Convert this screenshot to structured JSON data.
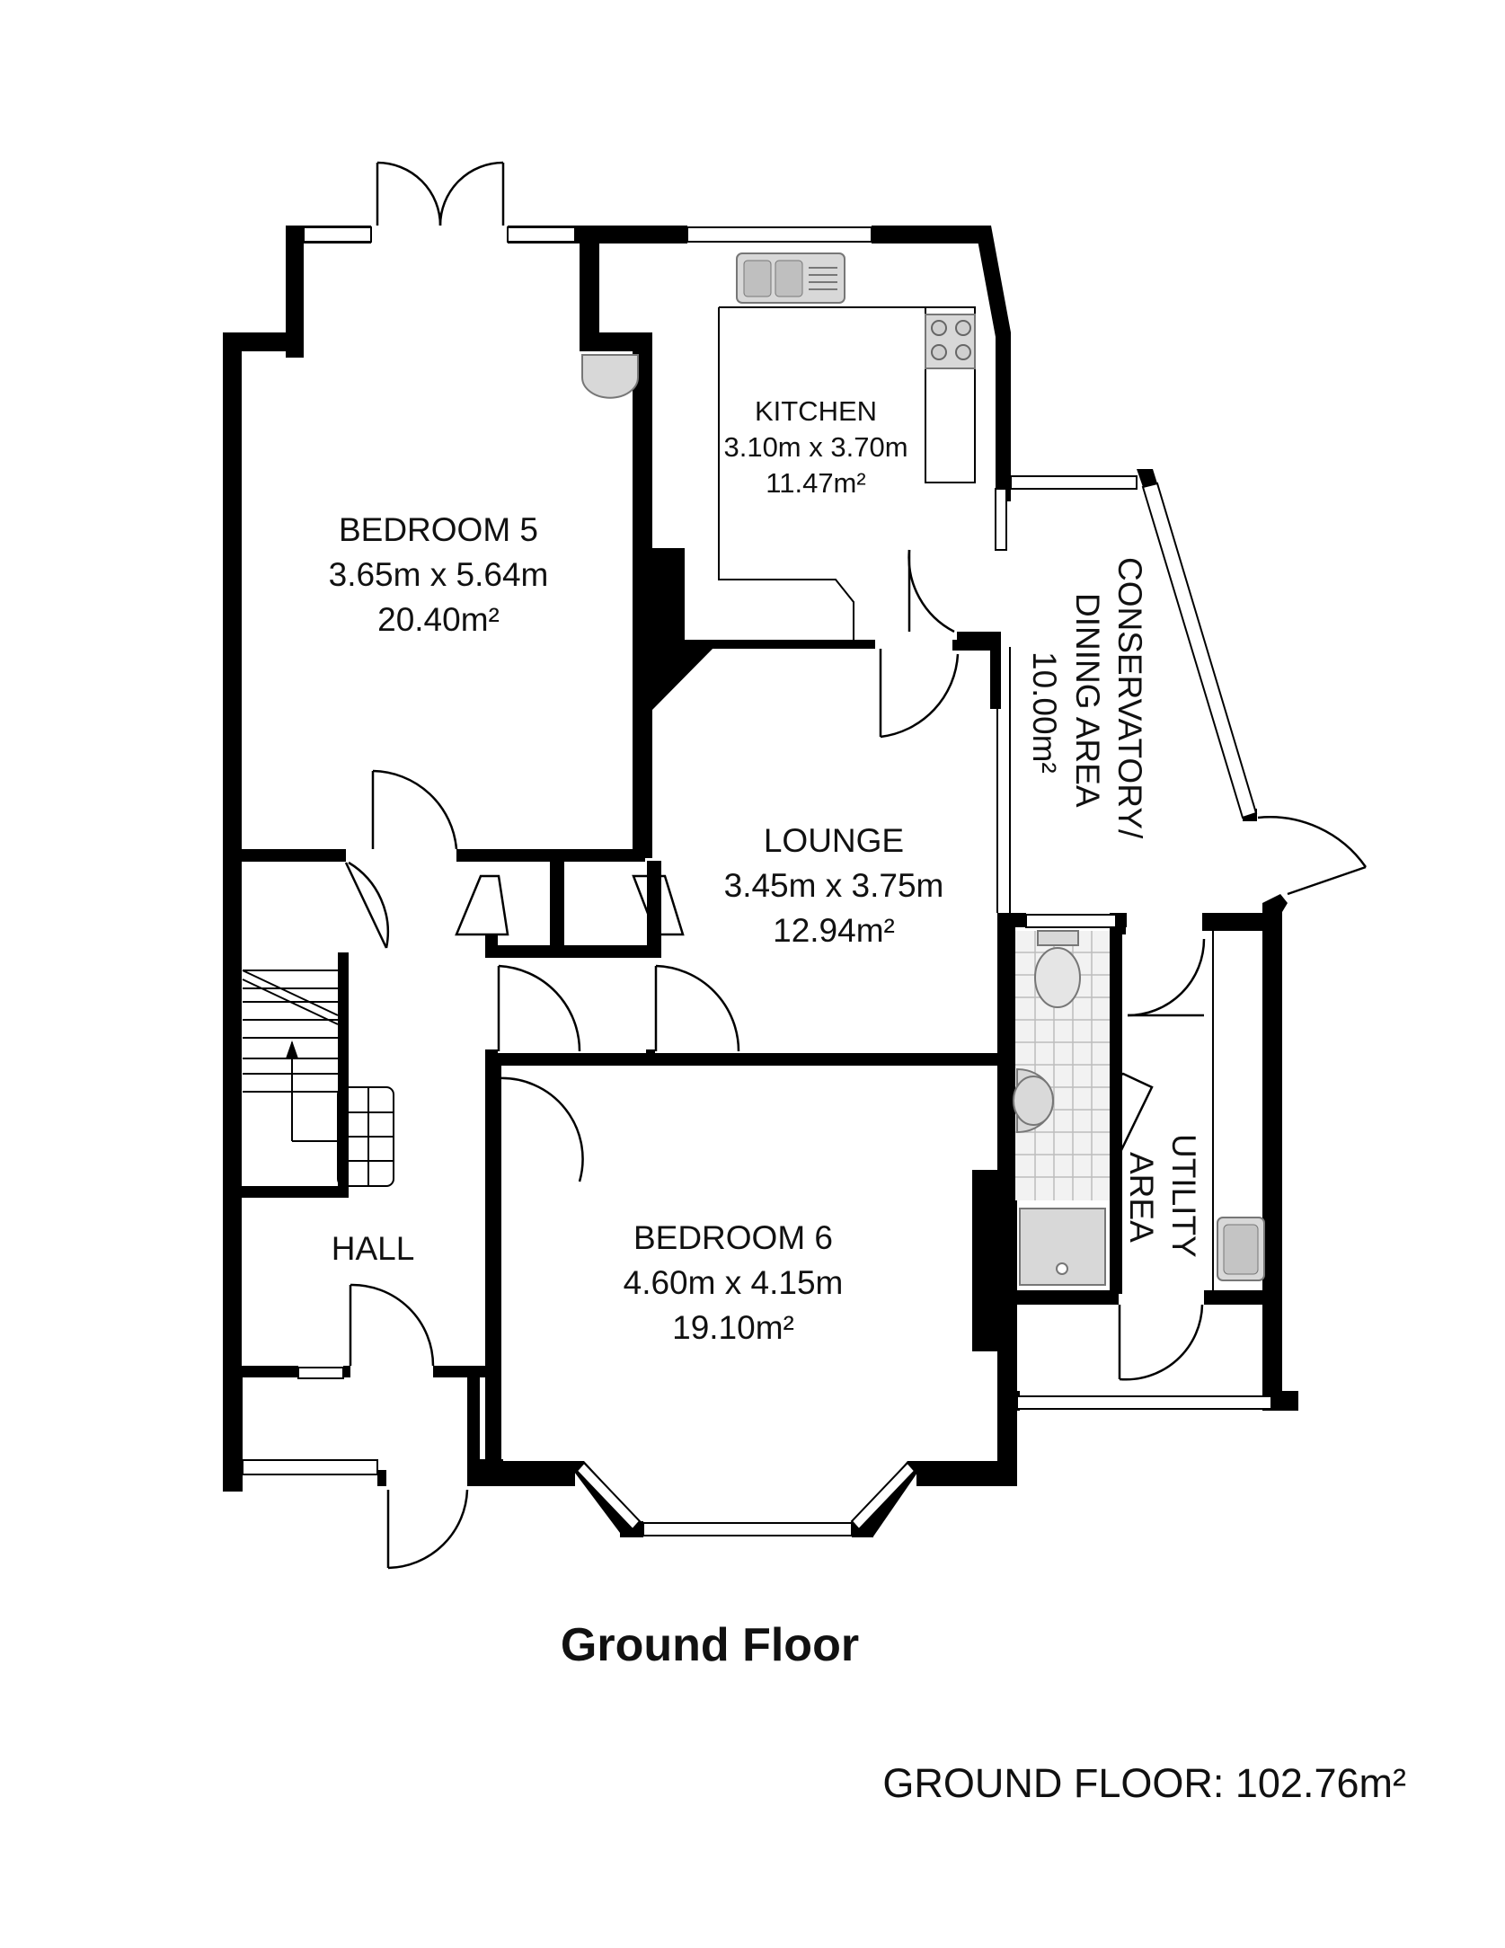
{
  "plan": {
    "caption": "Ground Floor",
    "total_area": "GROUND FLOOR: 102.76m²"
  },
  "rooms": {
    "bedroom5": {
      "name": "BEDROOM 5",
      "dims": "3.65m x 5.64m",
      "area": "20.40m²"
    },
    "kitchen": {
      "name": "KITCHEN",
      "dims": "3.10m x 3.70m",
      "area": "11.47m²"
    },
    "conservatory": {
      "line1": "CONSERVATORY/",
      "line2": "DINING AREA",
      "line3": "10.00m²"
    },
    "lounge": {
      "name": "LOUNGE",
      "dims": "3.45m x 3.75m",
      "area": "12.94m²"
    },
    "bedroom6": {
      "name": "BEDROOM 6",
      "dims": "4.60m x 4.15m",
      "area": "19.10m²"
    },
    "hall": {
      "name": "HALL"
    },
    "utility": {
      "line1": "UTILITY",
      "line2": "AREA"
    }
  }
}
